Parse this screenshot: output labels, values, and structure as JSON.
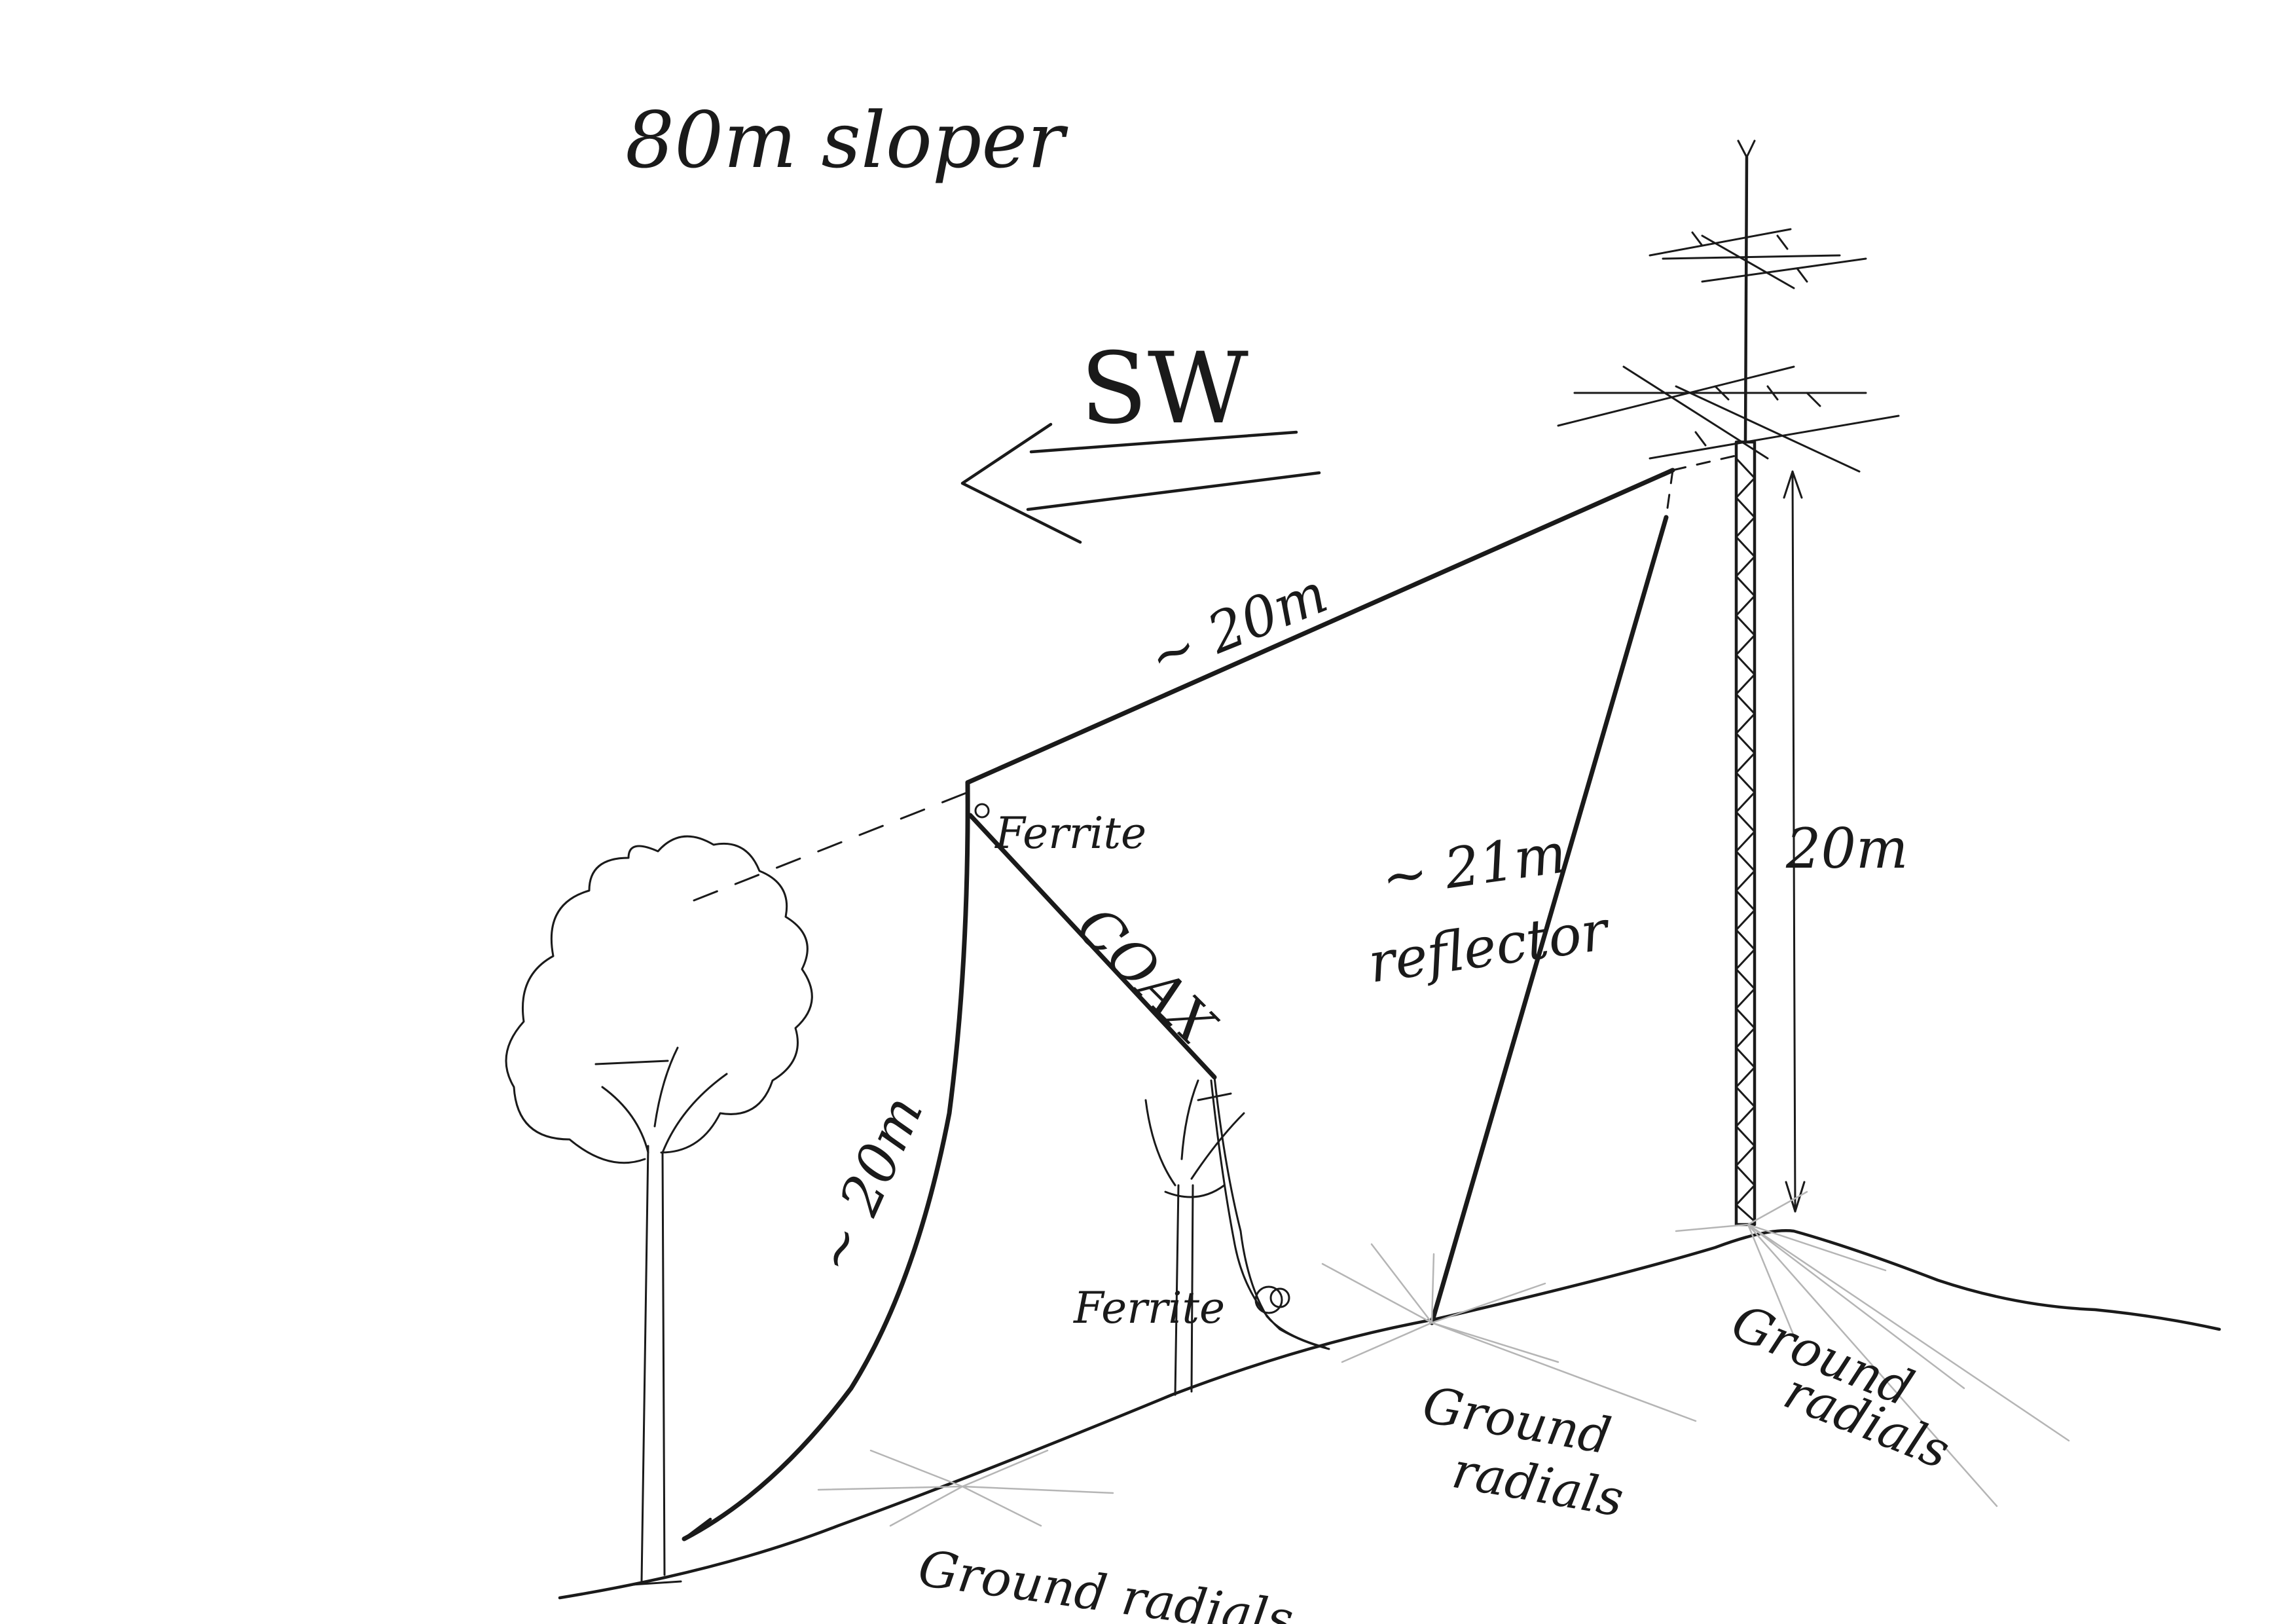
{
  "title": "80m sloper",
  "direction": {
    "label": "SW"
  },
  "labels": {
    "top_wire": "~ 20m",
    "left_wire": "~ 20m",
    "reflector_length": "~ 21m",
    "reflector_name": "reflector",
    "tower_height": "20m",
    "coax": "COAX",
    "ferrite_top": "Ferrite",
    "ferrite_bottom": "Ferrite",
    "ground_radials_left": "Ground radials",
    "ground_radials_mid_line1": "Ground",
    "ground_radials_mid_line2": "radials",
    "ground_radials_right_line1": "Ground",
    "ground_radials_right_line2": "radials"
  },
  "colors": {
    "ink": "#1a1a1a",
    "paper": "#ffffff",
    "faint": "#b5b5b5"
  }
}
